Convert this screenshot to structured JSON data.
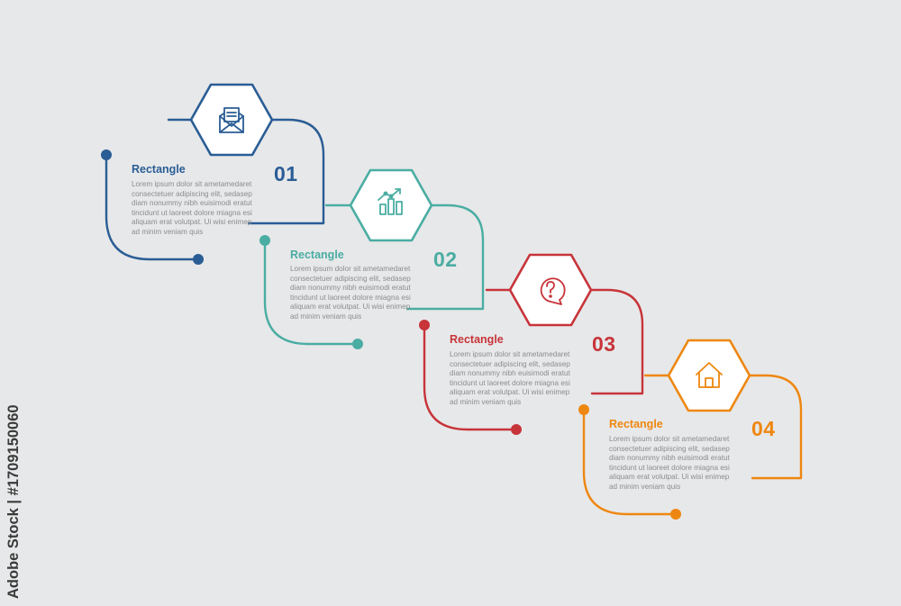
{
  "colors": {
    "background": "#e7e8e9",
    "step_1": "#2a5d95",
    "step_2": "#4aada3",
    "step_3": "#c7343a",
    "step_4": "#ee8711",
    "body_text": "#8a8c8f"
  },
  "steps": [
    {
      "number": "01",
      "title": "Rectangle",
      "body": "Lorem ipsum dolor sit ametamedaret consectetuer adipiscing elit, sedasep diam nonummy nibh euisimodi eratut tincidunt ut laoreet dolore miagna esi aliquam erat volutpat. Ui wisi enimep ad minim veniam quis",
      "icon": "envelope-icon"
    },
    {
      "number": "02",
      "title": "Rectangle",
      "body": "Lorem ipsum dolor sit ametamedaret consectetuer adipiscing elit, sedasep diam nonummy nibh euisimodi eratut tincidunt ut laoreet dolore miagna esi aliquam erat volutpat. Ui wisi enimep ad minim veniam quis",
      "icon": "chart-growth-icon"
    },
    {
      "number": "03",
      "title": "Rectangle",
      "body": "Lorem ipsum dolor sit ametamedaret consectetuer adipiscing elit, sedasep diam nonummy nibh euisimodi eratut tincidunt ut laoreet dolore miagna esi aliquam erat volutpat. Ui wisi enimep ad minim veniam quis",
      "icon": "question-bubble-icon"
    },
    {
      "number": "04",
      "title": "Rectangle",
      "body": "Lorem ipsum dolor sit ametamedaret consectetuer adipiscing elit, sedasep diam nonummy nibh euisimodi eratut tincidunt ut laoreet dolore miagna esi aliquam erat volutpat. Ui wisi enimep ad minim veniam quis",
      "icon": "house-icon"
    }
  ],
  "watermark": "Adobe Stock | #1709150060"
}
